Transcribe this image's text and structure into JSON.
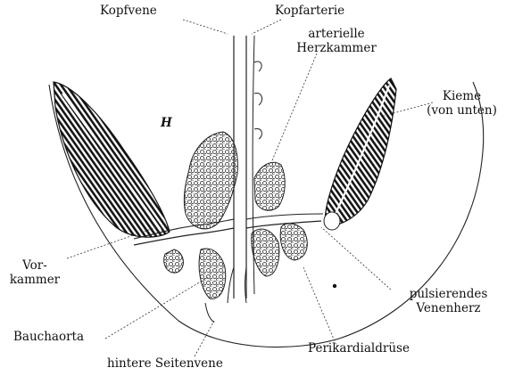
{
  "labels": {
    "kopfvene": "Kopfvene",
    "kopfarterie": "Kopfarterie",
    "arterielle_line1": "arterielle",
    "arterielle_line2": "Herzkammer",
    "kieme_line1": "Kieme",
    "kieme_line2": "(von unten)",
    "h": "H",
    "vorkammer_line1": "Vor-",
    "vorkammer_line2": "kammer",
    "pulsierendes_line1": "pulsierendes",
    "pulsierendes_line2": "Venenherz",
    "bauchaorta": "Bauchaorta",
    "perikardialdruese": "Perikardialdrüse",
    "hintere_seitenvene": "hintere Seitenvene"
  }
}
